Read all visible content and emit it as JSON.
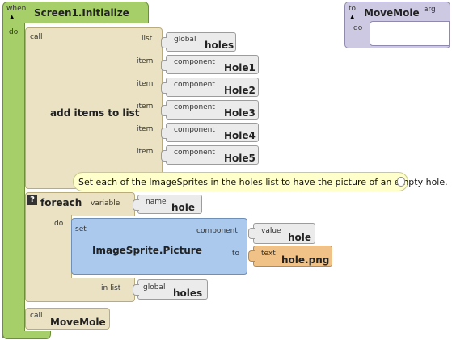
{
  "screen_init": {
    "when_label": "when",
    "event_name": "Screen1.Initialize",
    "do_label": "do"
  },
  "call_add_items": {
    "call_label": "call",
    "title": "add items to list",
    "list_label": "list",
    "item_label": "item",
    "list_arg": {
      "prefix": "global",
      "name": "holes"
    },
    "items": [
      {
        "prefix": "component",
        "name": "Hole1"
      },
      {
        "prefix": "component",
        "name": "Hole2"
      },
      {
        "prefix": "component",
        "name": "Hole3"
      },
      {
        "prefix": "component",
        "name": "Hole4"
      },
      {
        "prefix": "component",
        "name": "Hole5"
      }
    ]
  },
  "comment": {
    "text": "Set each of the ImageSprites in the holes list to have the picture of an empty hole."
  },
  "foreach": {
    "badge": "?",
    "title": "foreach",
    "variable_label": "variable",
    "var_prefix": "name",
    "var_name": "hole",
    "do_label": "do",
    "in_list_label": "in list",
    "list_prefix": "global",
    "list_name": "holes"
  },
  "set_block": {
    "set_label": "set",
    "title": "ImageSprite.Picture",
    "component_label": "component",
    "to_label": "to",
    "value_prefix": "value",
    "value_name": "hole",
    "text_prefix": "text",
    "text_value": "hole.png"
  },
  "call_movemole": {
    "call_label": "call",
    "name": "MoveMole"
  },
  "proc_def": {
    "to_label": "to",
    "name": "MoveMole",
    "arg_label": "arg",
    "do_label": "do"
  },
  "colors": {
    "event_green": "#a6cf6a",
    "control_tan": "#eae2c3",
    "value_gray": "#ebebeb",
    "setter_blue": "#abc9ec",
    "text_orange": "#f1c287",
    "proc_lavender": "#cec9e3",
    "comment_yellow": "#ffffcc"
  }
}
